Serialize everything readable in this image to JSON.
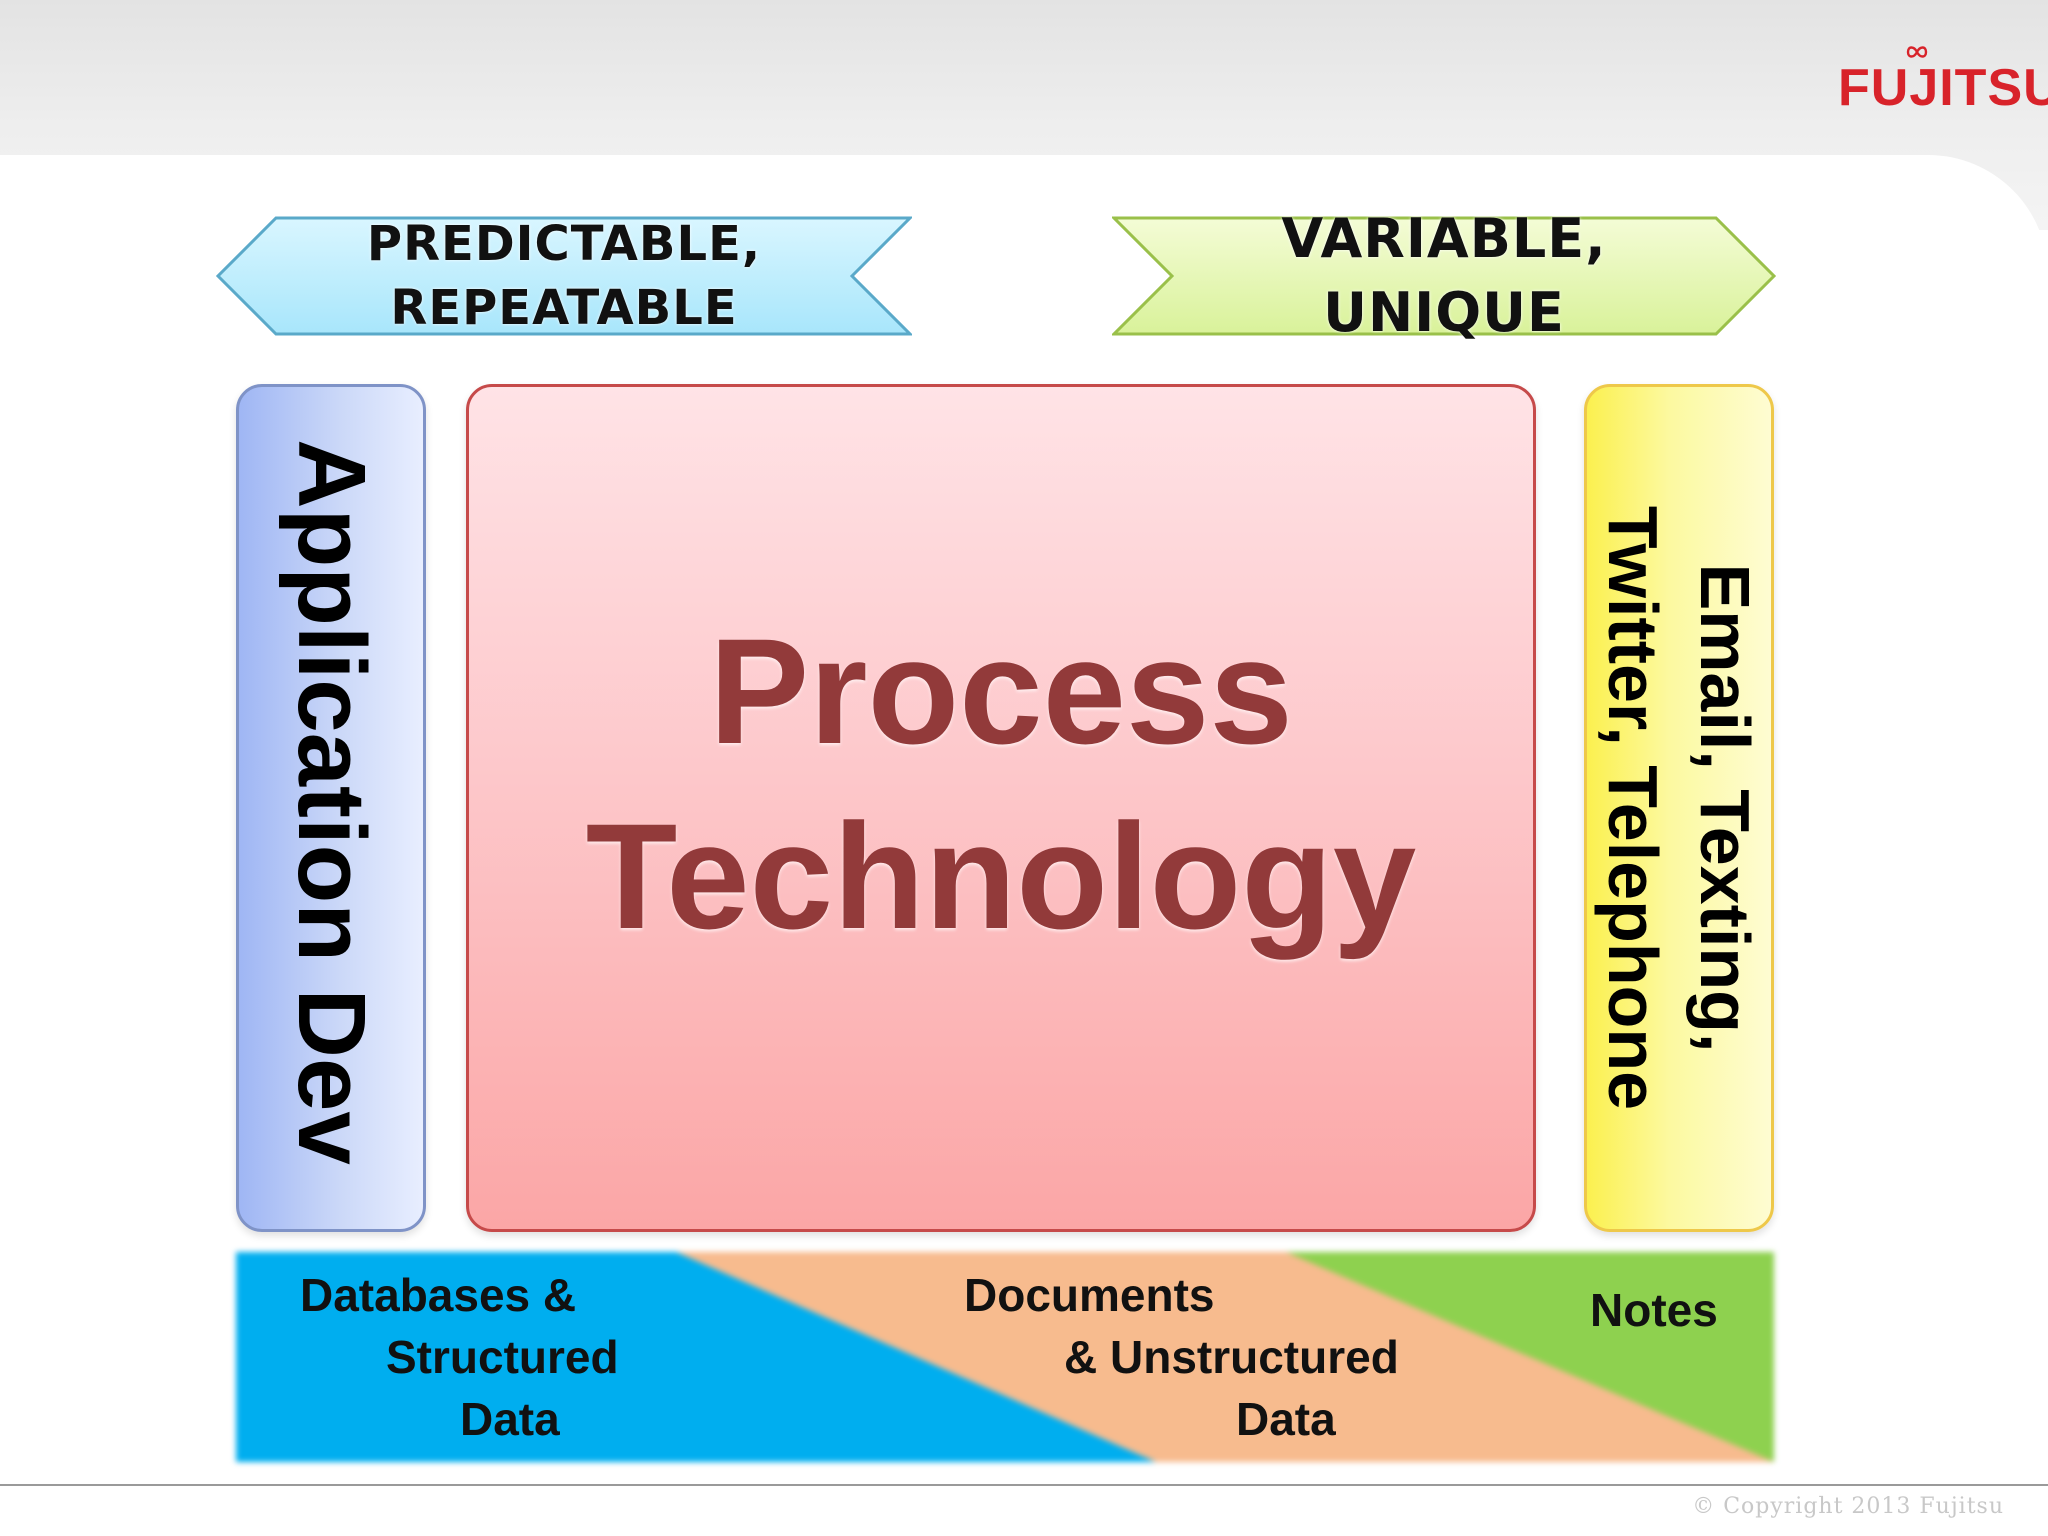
{
  "brand": {
    "logo_text": "FUJITSU",
    "logo_color": "#d8232a"
  },
  "banners": {
    "left": {
      "lines": [
        "PREDICTABLE,",
        "REPEATABLE"
      ],
      "direction": "left",
      "fill_color": "#bdeefc",
      "stroke_color": "#5aa9c9"
    },
    "right": {
      "lines": [
        "VARIABLE,",
        "UNIQUE"
      ],
      "direction": "right",
      "fill_color": "#e8f8b8",
      "stroke_color": "#9ac04a"
    }
  },
  "boxes": {
    "app_dev": {
      "label": "Application Dev",
      "color": "#b7c9f6"
    },
    "process": {
      "lines": [
        "Process",
        "Technology"
      ],
      "text_color": "#923a3a",
      "fill_color": "#fcc0c3"
    },
    "communications": {
      "lines": [
        "Email, Texting,",
        "Twitter, Telephone"
      ],
      "color": "#fbf47a"
    }
  },
  "data_band": {
    "structured": {
      "lines": [
        "Databases  &",
        "Structured",
        "Data"
      ],
      "color": "#00aeef"
    },
    "unstructured": {
      "lines": [
        "Documents",
        "& Unstructured",
        "Data"
      ],
      "color": "#f7bb8e"
    },
    "notes": {
      "label": "Notes",
      "color": "#8ed14f"
    }
  },
  "footer": {
    "copyright": "© Copyright 2013  Fujitsu"
  }
}
